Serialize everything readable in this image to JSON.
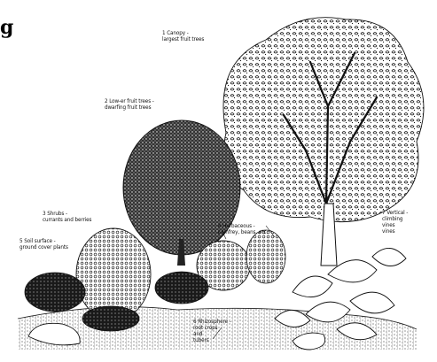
{
  "corner_glyph": "g",
  "labels": {
    "canopy": [
      "1 Canopy -",
      "largest fruit trees"
    ],
    "lower_tree": [
      "2 Low-er fruit trees -",
      "dwarfing fruit trees"
    ],
    "shrubs": [
      "3 Shrubs -",
      "currants and berries"
    ],
    "herbaceous": [
      "4 Herbaceous -",
      "comfrey, beans, etc."
    ],
    "ground_cover": [
      "5 Soil surface -",
      "ground cover plants"
    ],
    "rhizosphere": [
      "6 Rhizosphere -",
      "root crops",
      "and",
      "tubers"
    ],
    "vertical": [
      "7 Vertical -",
      "climbing",
      "vines",
      "vines"
    ]
  },
  "colors": {
    "ink": "#111111",
    "paper": "#ffffff"
  }
}
